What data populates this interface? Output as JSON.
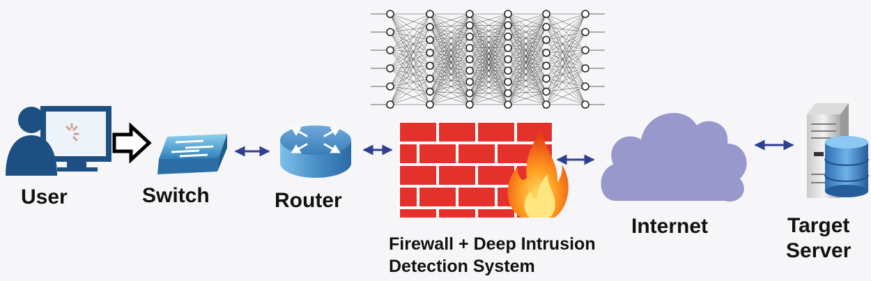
{
  "labels": {
    "user": "User",
    "switch": "Switch",
    "router": "Router",
    "firewall_line1": "Firewall + Deep Intrusion",
    "firewall_line2": "Detection System",
    "internet": "Internet",
    "server_line1": "Target",
    "server_line2": "Server"
  },
  "icons": [
    "user-icon",
    "switch-icon",
    "router-icon",
    "neural-network-icon",
    "firewall-icon",
    "flame-icon",
    "cloud-icon",
    "server-icon",
    "database-icon"
  ],
  "colors": {
    "background": "#f6f6f8",
    "connector": "#2e3f8f",
    "user": "#1e4f82",
    "switch": "#4aa6d8",
    "router": "#3b7fb8",
    "brick": "#e5312b",
    "cloud": "#9898cc",
    "database": "#3f86c8"
  }
}
